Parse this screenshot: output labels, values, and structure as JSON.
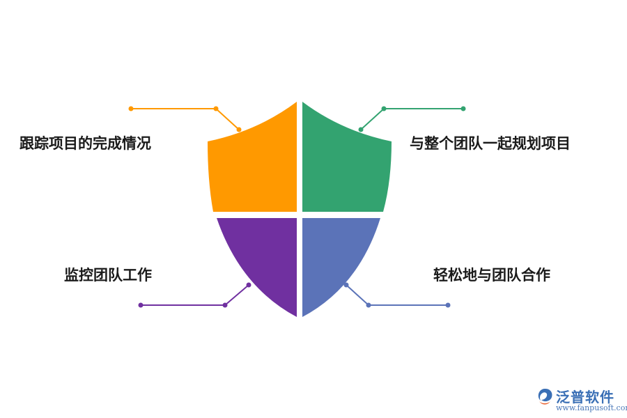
{
  "diagram": {
    "quadrants": [
      {
        "id": "top-left",
        "label": "跟踪项目的完成情况",
        "color": "#FF9900"
      },
      {
        "id": "top-right",
        "label": "与整个团队一起规划项目",
        "color": "#33A370"
      },
      {
        "id": "bottom-left",
        "label": "监控团队工作",
        "color": "#7030A0"
      },
      {
        "id": "bottom-right",
        "label": "轻松地与团队合作",
        "color": "#5B73B8"
      }
    ]
  },
  "logo": {
    "name": "泛普软件",
    "url": "www.fanpusoft.com"
  }
}
